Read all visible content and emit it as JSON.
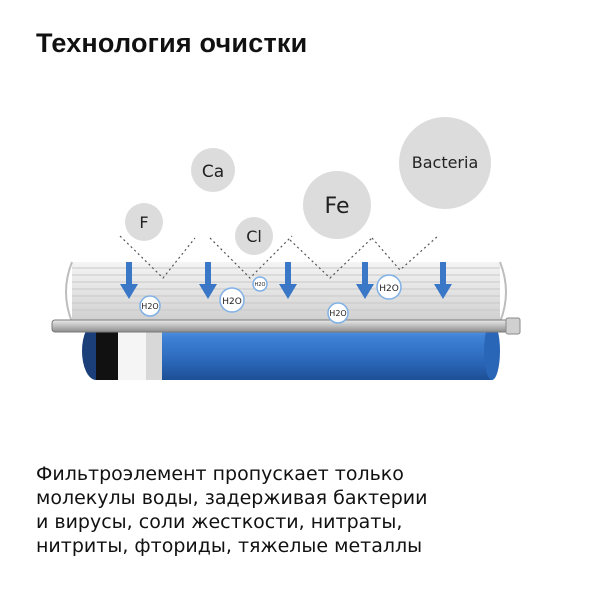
{
  "title": "Технология очистки",
  "particles": {
    "f": "F",
    "ca": "Ca",
    "cl": "Cl",
    "fe": "Fe",
    "bacteria": "Bacteria"
  },
  "water_label": "H2O",
  "description": [
    "Фильтроэлемент пропускает только",
    "молекулы воды, задерживая бактерии",
    "и вирусы, соли жесткости, нитраты,",
    "нитриты, фториды, тяжелые металлы"
  ],
  "colors": {
    "arrow": "#3a77c6",
    "membrane_blue": "#2f6fc0",
    "particle_grey": "#dcdcdc"
  }
}
